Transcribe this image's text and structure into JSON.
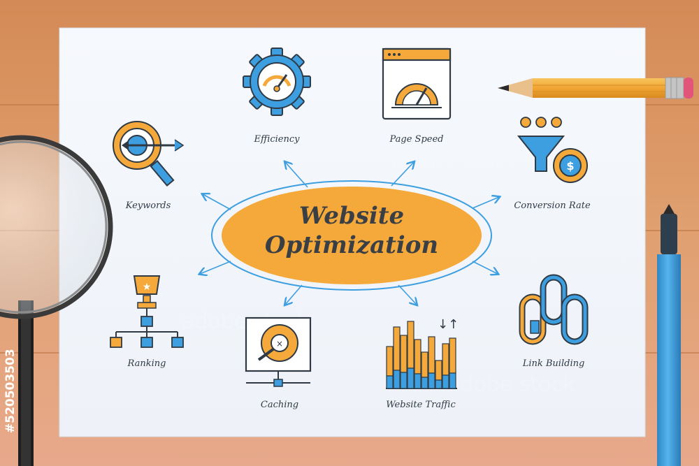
{
  "diagram": {
    "title_line1": "Website",
    "title_line2": "Optimization",
    "nodes": [
      {
        "id": "efficiency",
        "label": "Efficiency"
      },
      {
        "id": "page-speed",
        "label": "Page Speed"
      },
      {
        "id": "keywords",
        "label": "Keywords"
      },
      {
        "id": "conversion-rate",
        "label": "Conversion Rate"
      },
      {
        "id": "ranking",
        "label": "Ranking"
      },
      {
        "id": "caching",
        "label": "Caching"
      },
      {
        "id": "website-traffic",
        "label": "Website Traffic"
      },
      {
        "id": "link-building",
        "label": "Link Building"
      }
    ]
  },
  "watermark": {
    "text": "adobe stock",
    "stock_id": "#520503503"
  },
  "colors": {
    "accent_orange": "#f4a93a",
    "accent_blue": "#3d9ee0",
    "outline": "#2f3a45",
    "paper": "#f4f7fb",
    "wood": "#d9905e",
    "pencil": "#f1a533",
    "pen": "#3a9ad8"
  }
}
